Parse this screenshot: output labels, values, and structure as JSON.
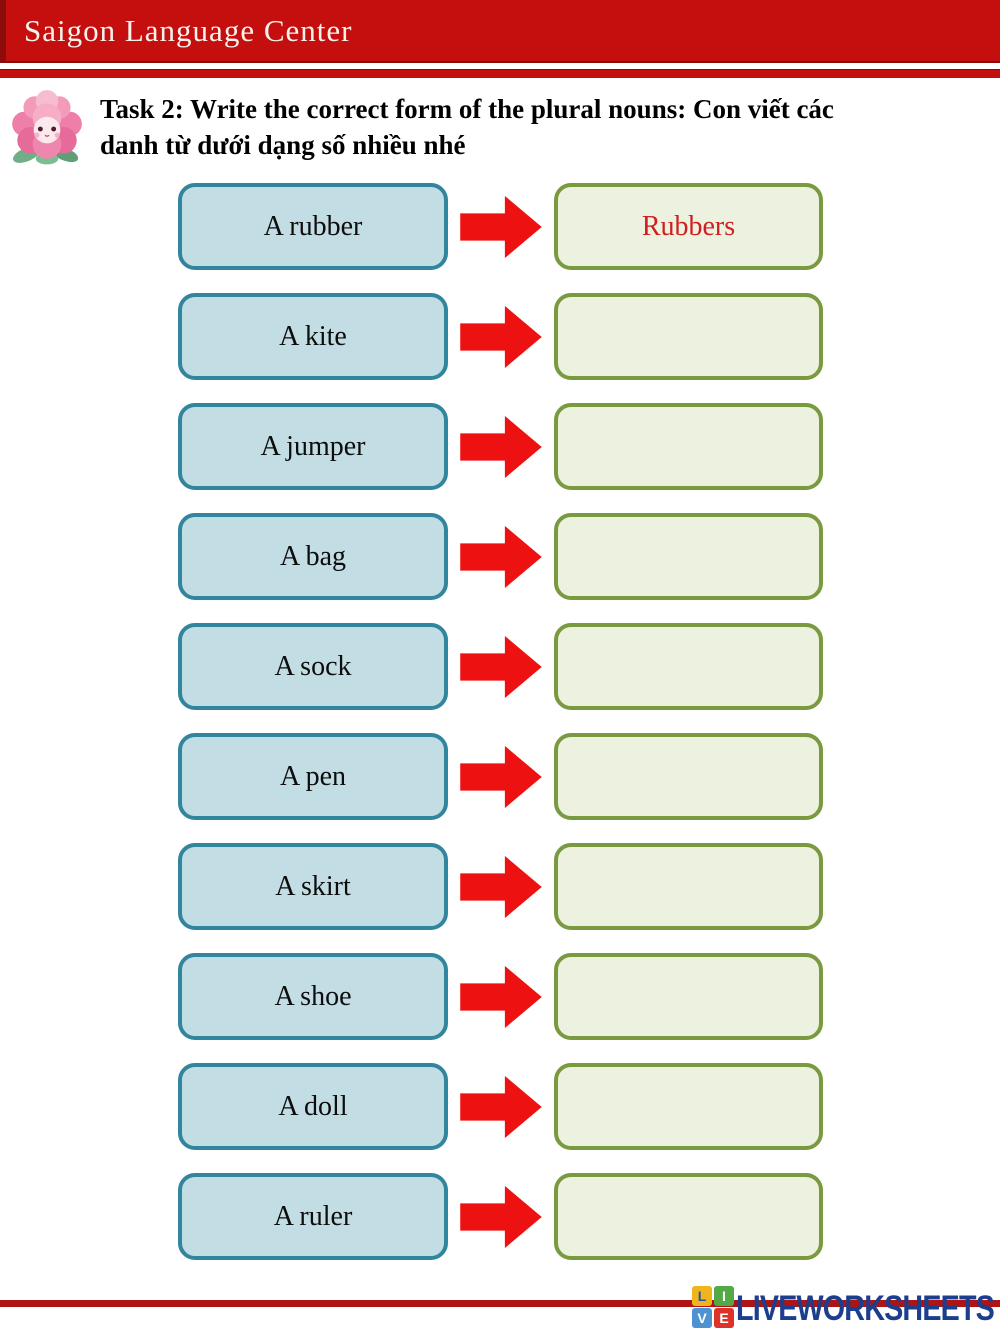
{
  "header": {
    "title": "Saigon Language Center"
  },
  "task": {
    "instruction_line1": "Task 2: Write the correct form of the plural nouns: Con viết các",
    "instruction_line2": "danh từ dưới dạng số nhiều nhé"
  },
  "rows": [
    {
      "singular": "A rubber",
      "answer": "Rubbers"
    },
    {
      "singular": "A kite",
      "answer": ""
    },
    {
      "singular": "A jumper",
      "answer": ""
    },
    {
      "singular": "A bag",
      "answer": ""
    },
    {
      "singular": "A sock",
      "answer": ""
    },
    {
      "singular": "A pen",
      "answer": ""
    },
    {
      "singular": "A skirt",
      "answer": ""
    },
    {
      "singular": "A shoe",
      "answer": ""
    },
    {
      "singular": "A doll",
      "answer": ""
    },
    {
      "singular": "A ruler",
      "answer": ""
    }
  ],
  "footer": {
    "brand": "LIVEWORKSHEETS",
    "tiles": [
      {
        "letter": "L",
        "bg": "#f0b51c",
        "fg": "#2257a5"
      },
      {
        "letter": "I",
        "bg": "#53a945",
        "fg": "#ffffff"
      },
      {
        "letter": "V",
        "bg": "#4e92d2",
        "fg": "#ffffff"
      },
      {
        "letter": "E",
        "bg": "#dc3227",
        "fg": "#ffffff"
      }
    ]
  },
  "colors": {
    "header_red": "#c50e0e",
    "header_text": "#f7f3ec",
    "singular_box_fill": "#c3dde4",
    "singular_box_border": "#31859c",
    "answer_box_fill": "#edf1df",
    "answer_box_border": "#7a9a3f",
    "arrow_red": "#ee1111",
    "answer_text_red": "#ce2020",
    "footer_line_red": "#ae1414",
    "brand_navy": "#1c3e8c"
  }
}
